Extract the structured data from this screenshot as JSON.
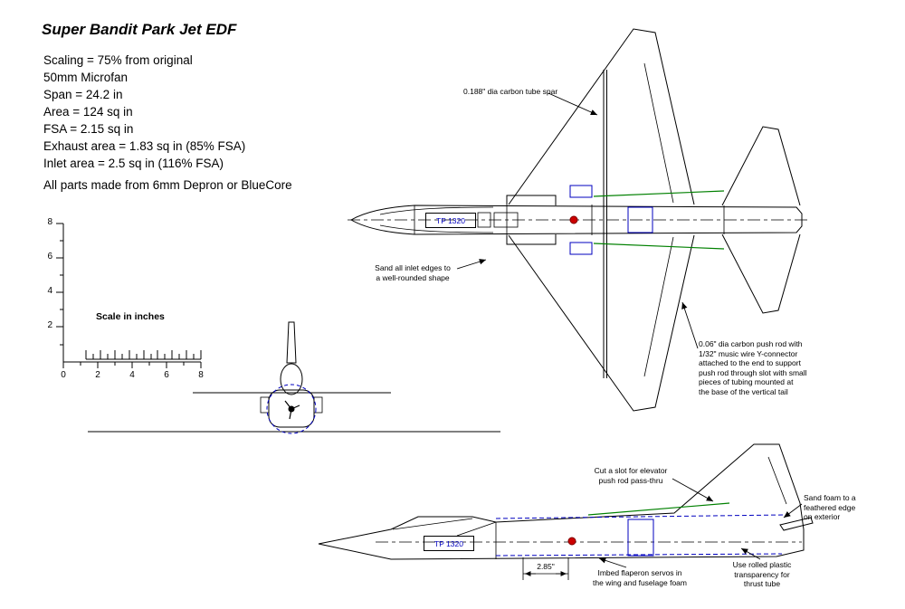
{
  "title": "Super Bandit Park Jet EDF",
  "specs": [
    "Scaling = 75% from original",
    "50mm Microfan",
    "Span = 24.2 in",
    "Area = 124 sq in",
    "FSA = 2.15 sq in",
    "Exhaust area = 1.83 sq in (85% FSA)",
    "Inlet area = 2.5 sq in (116% FSA)"
  ],
  "materials_note": "All parts made from 6mm Depron or BlueCore",
  "scale": {
    "label": "Scale in inches",
    "x_ticks": [
      "0",
      "2",
      "4",
      "6",
      "8"
    ],
    "y_ticks": [
      "8",
      "6",
      "4",
      "2"
    ]
  },
  "part_labels": {
    "tp_top": "TP 1320",
    "tp_side": "TP 1320"
  },
  "annotations": {
    "spar": "0.188\" dia carbon tube spar",
    "inlet": "Sand all inlet edges to\na well-rounded shape",
    "pushrod": "0.06\" dia carbon push rod with\n1/32\" music wire Y-connector\nattached to the end to support\npush rod through slot with small\npieces of tubing mounted at\nthe base of the vertical tail",
    "elevator_slot": "Cut a slot for elevator\npush rod pass-thru",
    "sand_foam": "Sand foam to a\nfeathered edge\non exterior",
    "thrust_tube": "Use rolled plastic\ntransparency for\nthrust tube",
    "servos": "Imbed flaperon servos in\nthe wing and fuselage foam",
    "dimension": "2.85\""
  },
  "colors": {
    "line": "#000000",
    "accent_blue": "#0000bf",
    "accent_green": "#008000",
    "accent_red": "#cc0000",
    "background": "#ffffff"
  }
}
